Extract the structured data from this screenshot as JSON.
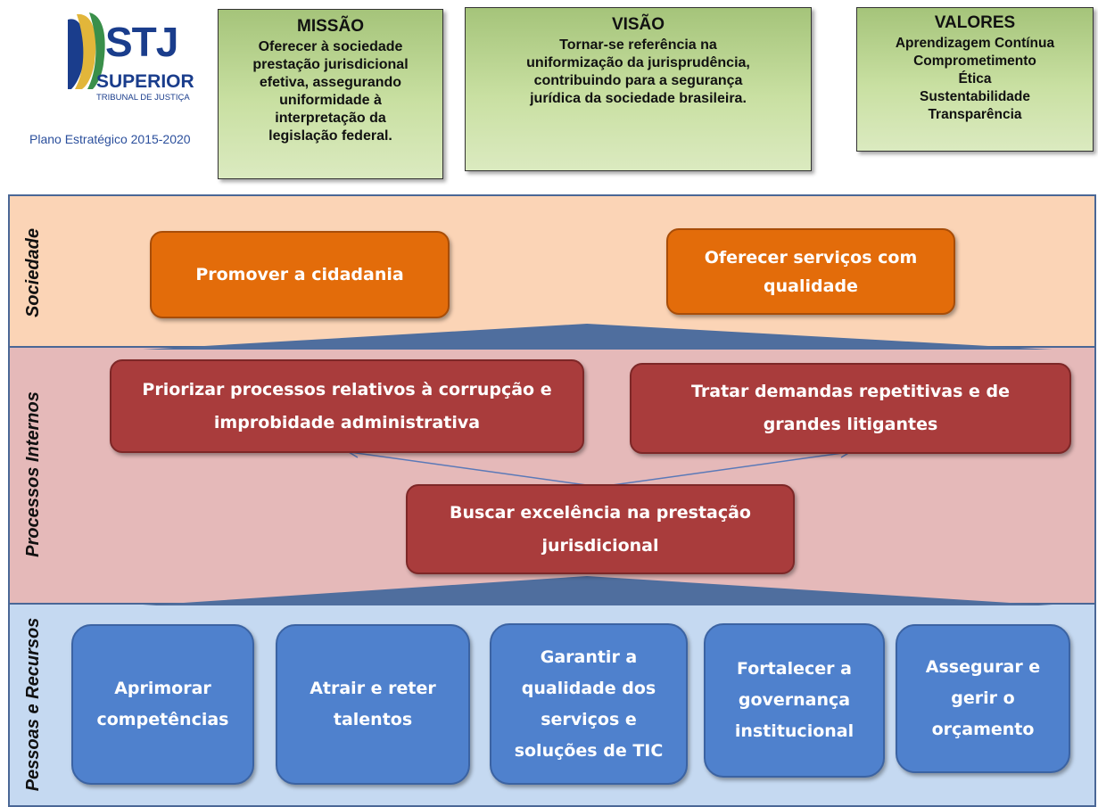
{
  "header": {
    "logo": {
      "abbr": "STJ",
      "name": "SUPERIOR",
      "court": "TRIBUNAL DE JUSTIÇA",
      "plan": "Plano Estratégico 2015-2020"
    },
    "missao": {
      "title": "MISSÃO",
      "body": "Oferecer à sociedade\nprestação jurisdicional\nefetiva, assegurando\nuniformidade à\ninterpretação da\nlegislação federal."
    },
    "visao": {
      "title": "VISÃO",
      "body": "Tornar-se referência na\nuniformização da jurisprudência,\ncontribuindo para a segurança\njurídica da sociedade brasileira."
    },
    "valores": {
      "title": "VALORES",
      "items": [
        "Aprendizagem Contínua",
        "Comprometimento",
        "Ética",
        "Sustentabilidade",
        "Transparência"
      ]
    }
  },
  "perspectives": {
    "sociedade": {
      "label": "Sociedade",
      "objectives": [
        "Promover a cidadania",
        "Oferecer serviços com qualidade"
      ]
    },
    "processos": {
      "label": "Processos Internos",
      "objectives": [
        "Priorizar processos relativos à corrupção e improbidade administrativa",
        "Tratar demandas repetitivas e de grandes litigantes",
        "Buscar excelência na prestação jurisdicional"
      ]
    },
    "pessoas": {
      "label": "Pessoas e Recursos",
      "objectives": [
        "Aprimorar competências",
        "Atrair e reter talentos",
        "Garantir a qualidade dos serviços e soluções de TIC",
        "Fortalecer a governança institucional",
        "Assegurar e gerir o orçamento"
      ]
    }
  },
  "colors": {
    "sociedade_band": "#fbd4b6",
    "processos_band": "#e5b9b9",
    "pessoas_band": "#c5d9f1",
    "orange": "#e36c0a",
    "red": "#a93c3c",
    "blue": "#4f81cd",
    "header_green": "#c9e0a2"
  }
}
